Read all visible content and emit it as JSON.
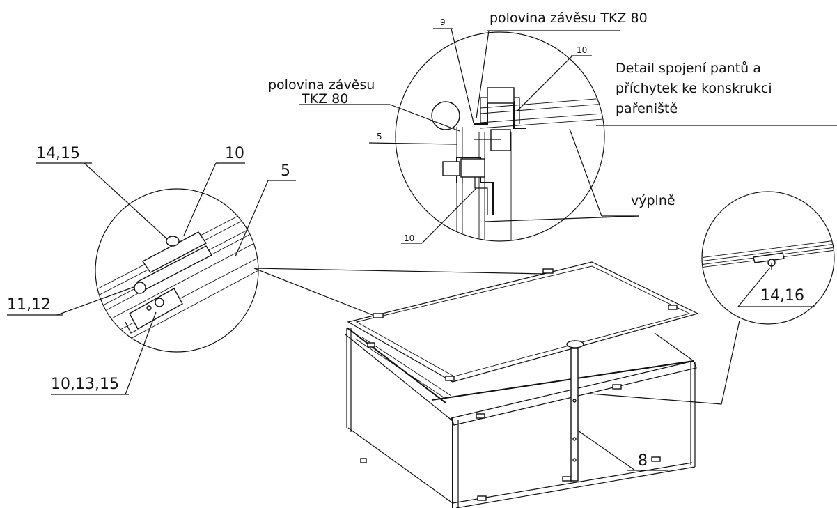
{
  "labels": {
    "callout_14_15": "14,15",
    "callout_10_left": "10",
    "callout_5_left": "5",
    "callout_11_12": "11,12",
    "callout_10_13_15": "10,13,15",
    "callout_9": "9",
    "hinge_half_top": "polovina závěsu TKZ 80",
    "hinge_half_left_line1": "polovina závěsu",
    "hinge_half_left_line2": "TKZ 80",
    "callout_10_top": "10",
    "callout_5_top": "5",
    "callout_10_bottom": "10",
    "detail_line1": "Detail spojení pantů a",
    "detail_line2": "příchytek ke konskrukci",
    "detail_line3": "pařeniště",
    "fill_label": "výplně",
    "callout_14_16": "14,16",
    "callout_8": "8"
  }
}
